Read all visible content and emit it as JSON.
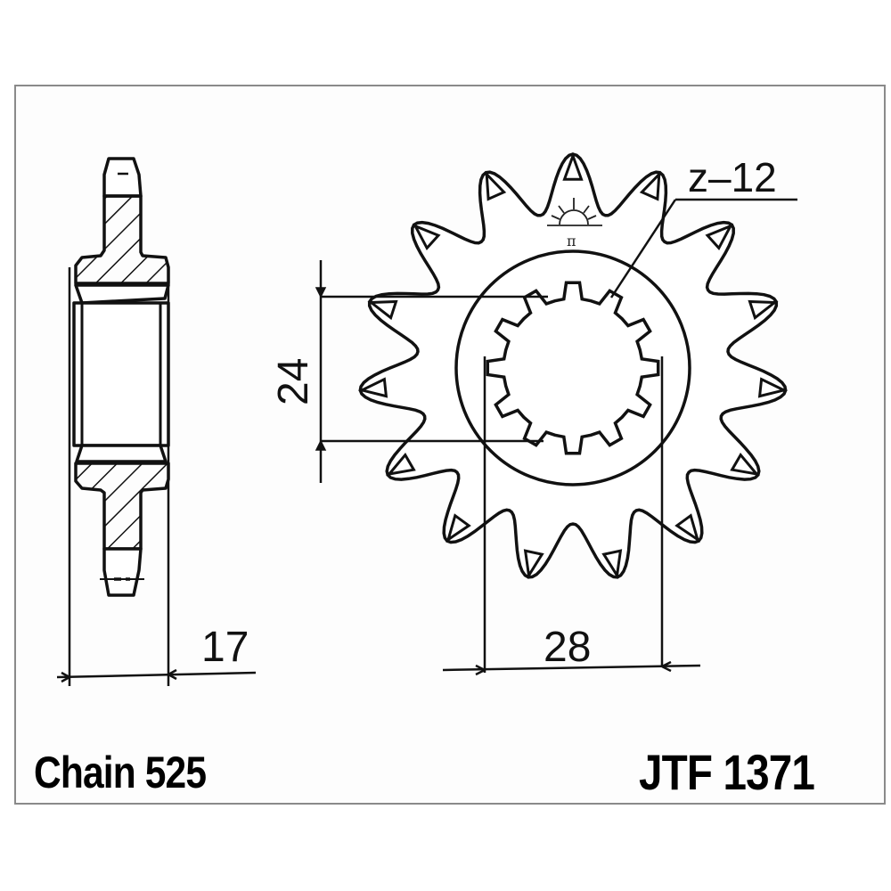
{
  "diagram": {
    "type": "technical-drawing",
    "subject": "front sprocket",
    "colors": {
      "line": "#111111",
      "frame": "#8a8a8a",
      "background": "#ffffff"
    },
    "side_view": {
      "width_dimension": "17"
    },
    "front_view": {
      "tooth_count_visual": 15,
      "spline_label": "z–12",
      "spline_count": 12,
      "bore_dimension_vertical": "24",
      "bore_dimension_horizontal": "28",
      "logo": "sun-logo-icon",
      "logo_mark": "π"
    },
    "footer": {
      "chain_label": "Chain 525",
      "part_number": "JTF 1371"
    }
  }
}
